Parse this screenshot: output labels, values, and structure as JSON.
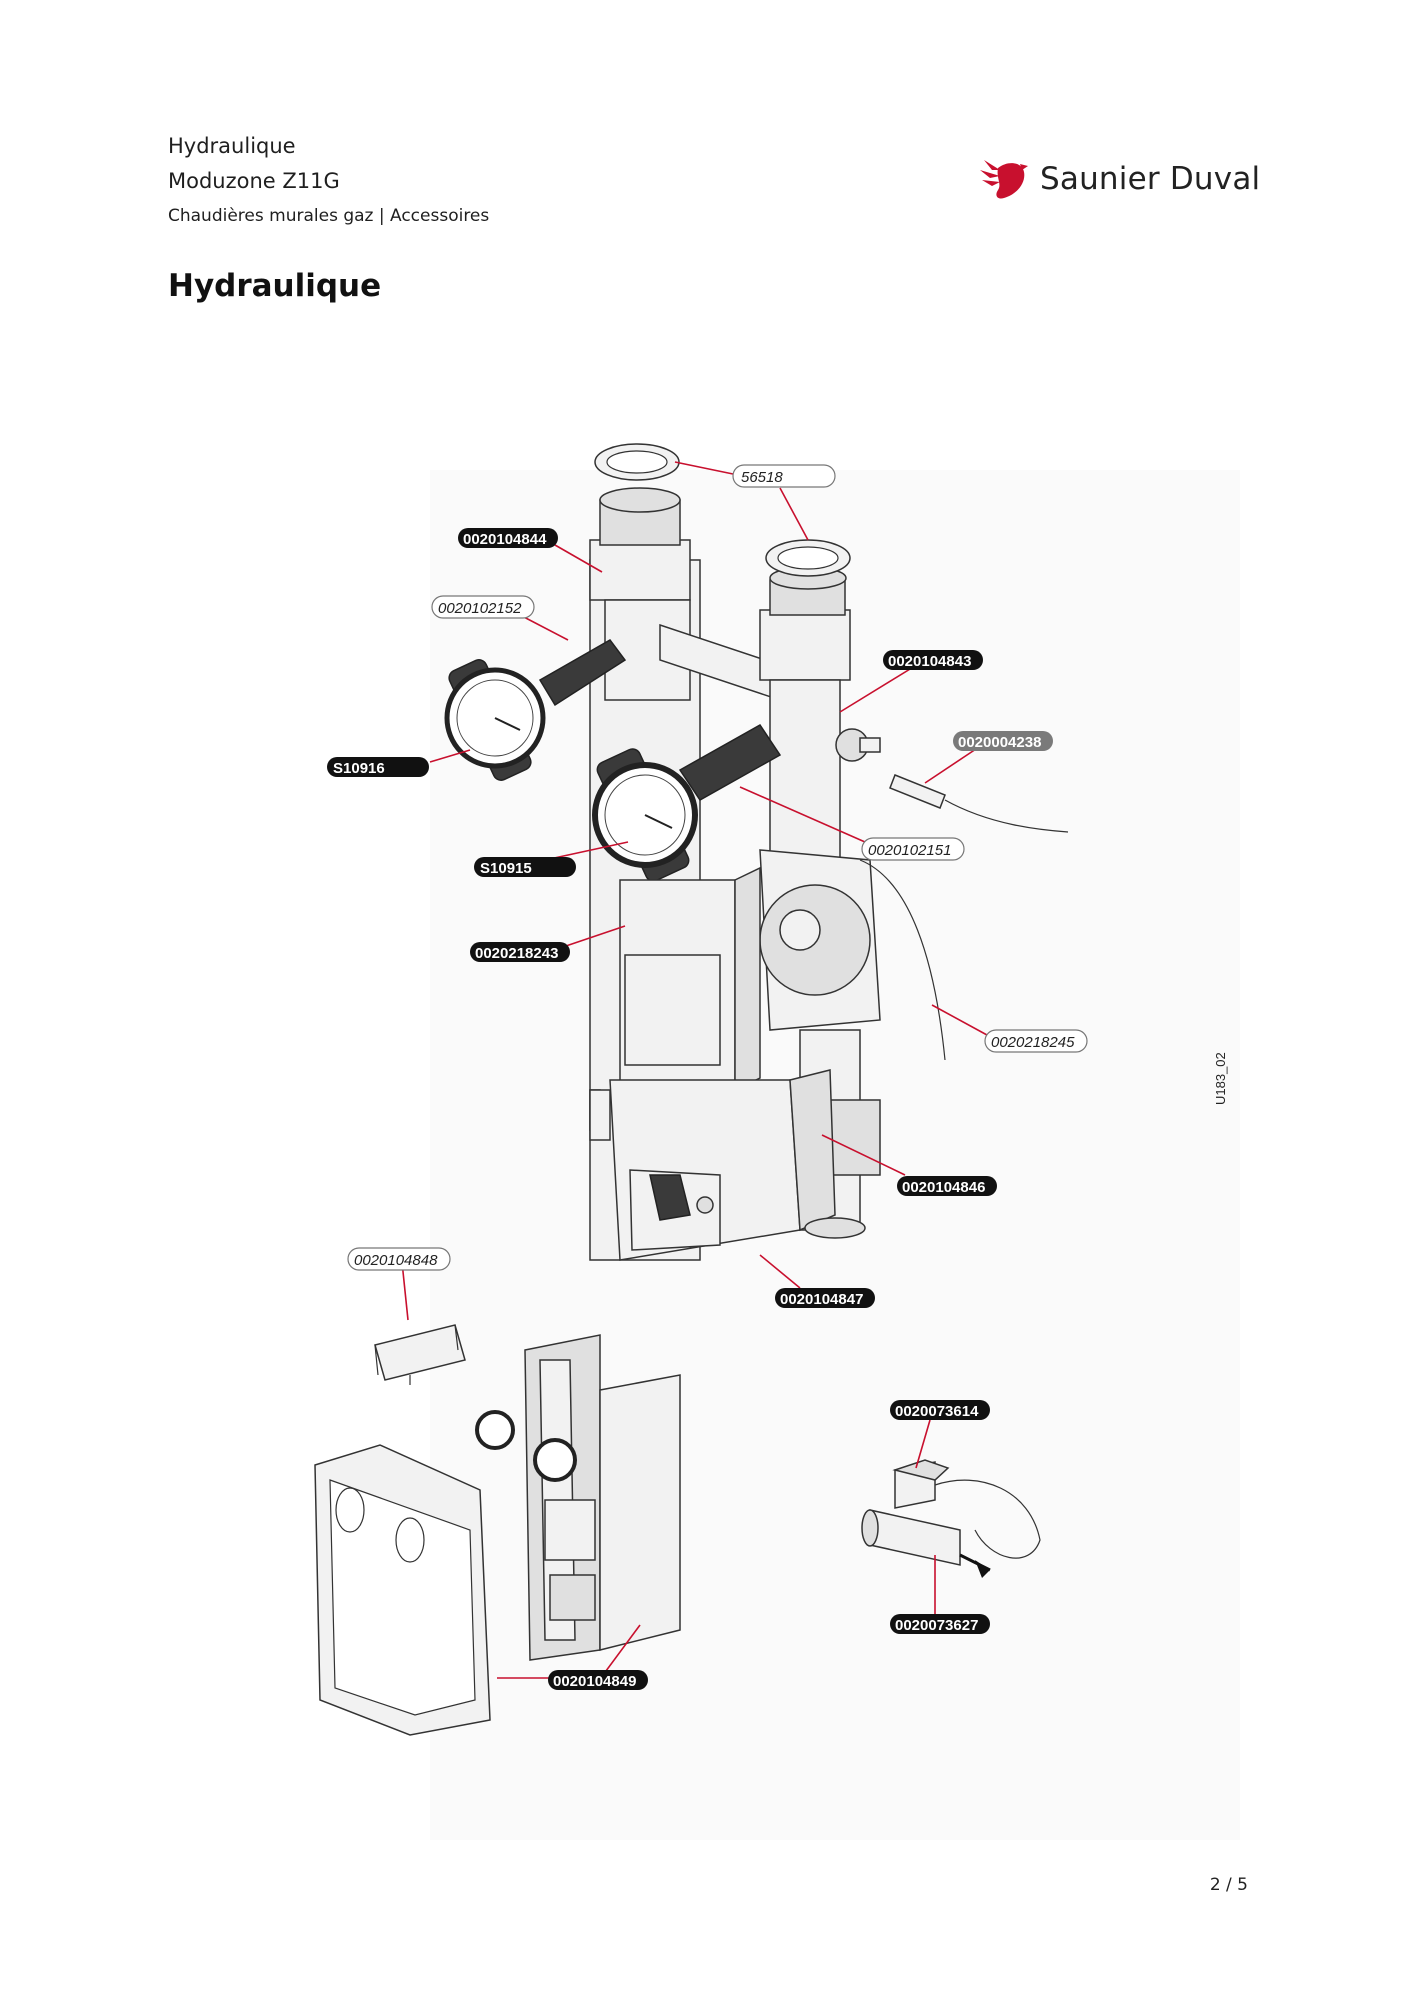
{
  "header": {
    "line1": "Hydraulique",
    "line2": "Moduzone Z11G",
    "line3": "Chaudières murales gaz | Accessoires"
  },
  "brand": {
    "name": "Saunier Duval",
    "color": "#c8102e",
    "icon": "bird-logo-icon"
  },
  "page_title": "Hydraulique",
  "diagram": {
    "code": "U183_02",
    "labels": {
      "l56518": "56518",
      "l4844": "0020104844",
      "l2152": "0020102152",
      "l4843": "0020104843",
      "l4238": "0020004238",
      "lS10916": "S10916",
      "lS10915": "S10915",
      "l2151": "0020102151",
      "l8243": "0020218243",
      "l8245": "0020218245",
      "l4846": "0020104846",
      "l4848": "0020104848",
      "l4847": "0020104847",
      "l3614": "0020073614",
      "l3627": "0020073627",
      "l4849": "0020104849"
    }
  },
  "footer": {
    "page": "2 / 5"
  }
}
